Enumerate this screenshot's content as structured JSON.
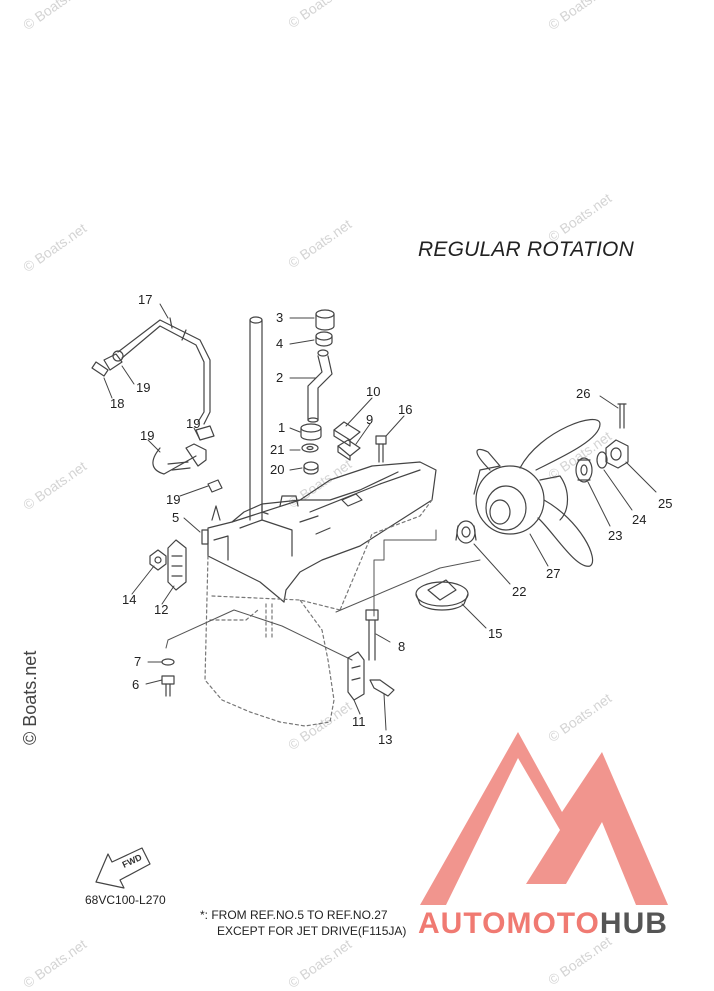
{
  "diagram": {
    "title": "REGULAR ROTATION",
    "drawing_code": "68VC100-L270",
    "note_line1": "*: FROM REF.NO.5 TO REF.NO.27",
    "note_line2": "EXCEPT FOR JET DRIVE(F115JA)",
    "fwd_label": "FWD",
    "callouts": [
      "1",
      "2",
      "3",
      "4",
      "5",
      "6",
      "7",
      "8",
      "9",
      "10",
      "11",
      "12",
      "13",
      "14",
      "15",
      "16",
      "17",
      "18",
      "19",
      "19",
      "19",
      "20",
      "21",
      "22",
      "23",
      "24",
      "25",
      "26",
      "27"
    ]
  },
  "watermark": {
    "text": "© Boats.net"
  },
  "brand": {
    "part1": "AUTOMOTO",
    "part2": "HUB",
    "color_primary": "#f07a72",
    "color_secondary": "#555555"
  },
  "colors": {
    "line": "#444444",
    "watermark": "#d4d4d4"
  }
}
